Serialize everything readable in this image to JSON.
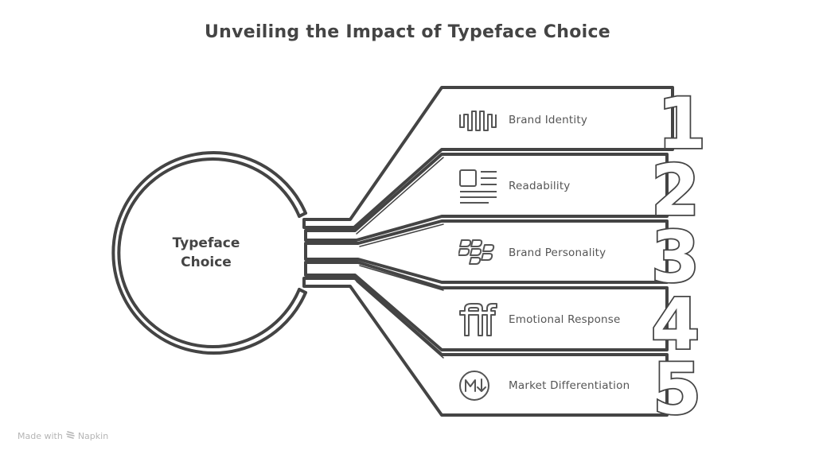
{
  "title": "Unveiling the Impact of Typeface Choice",
  "center": {
    "line1": "Typeface",
    "line2": "Choice"
  },
  "items": [
    {
      "number": "1",
      "label": "Brand Identity",
      "icon": "waveform-icon"
    },
    {
      "number": "2",
      "label": "Readability",
      "icon": "text-layout-icon"
    },
    {
      "number": "3",
      "label": "Brand Personality",
      "icon": "blocks-icon"
    },
    {
      "number": "4",
      "label": "Emotional Response",
      "icon": "ligature-ff-icon"
    },
    {
      "number": "5",
      "label": "Market Differentiation",
      "icon": "markdown-down-icon"
    }
  ],
  "footer": {
    "prefix": "Made with",
    "brand": "Napkin"
  },
  "colors": {
    "stroke": "#444444",
    "text": "#444444",
    "footer": "#b5b5b5",
    "background": "#ffffff"
  }
}
